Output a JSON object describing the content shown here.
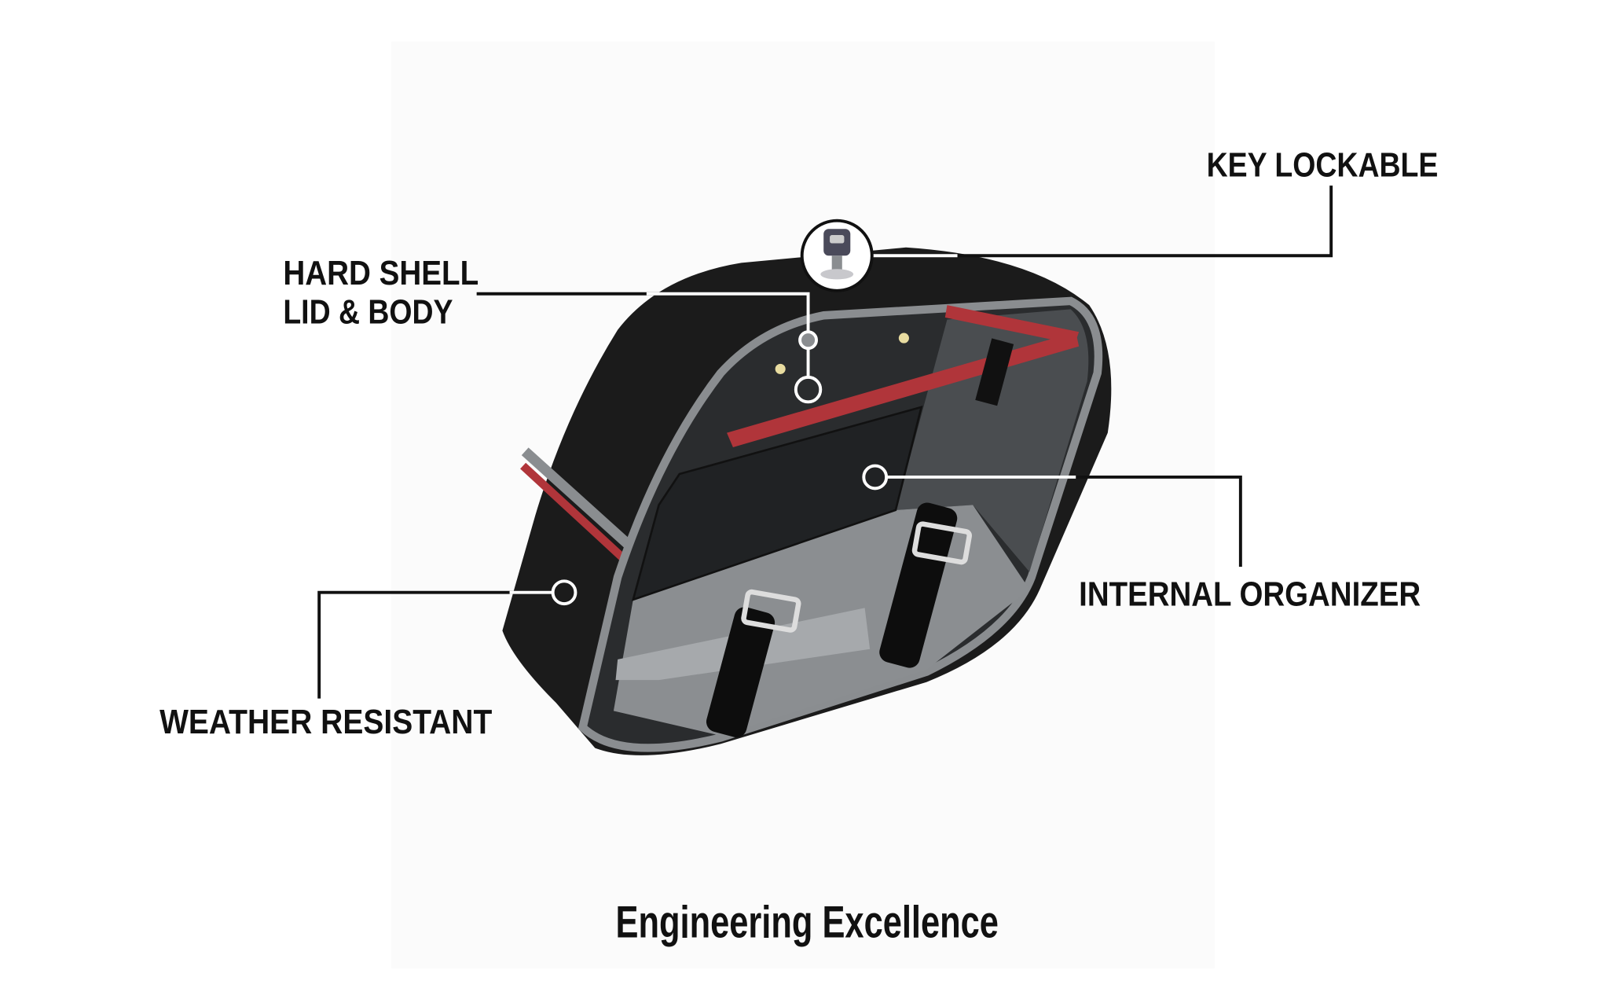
{
  "callouts": {
    "key_lockable": "KEY LOCKABLE",
    "hard_shell_line1": "HARD SHELL",
    "hard_shell_line2": "LID & BODY",
    "internal_organizer": "INTERNAL ORGANIZER",
    "weather_resistant": "WEATHER RESISTANT"
  },
  "footer": {
    "title": "Engineering Excellence"
  },
  "colors": {
    "accent_red": "#b0353a",
    "rim_gray": "#8a8d90",
    "body_black": "#1b1b1b"
  },
  "icons": {
    "lock": "key-lock-icon"
  }
}
